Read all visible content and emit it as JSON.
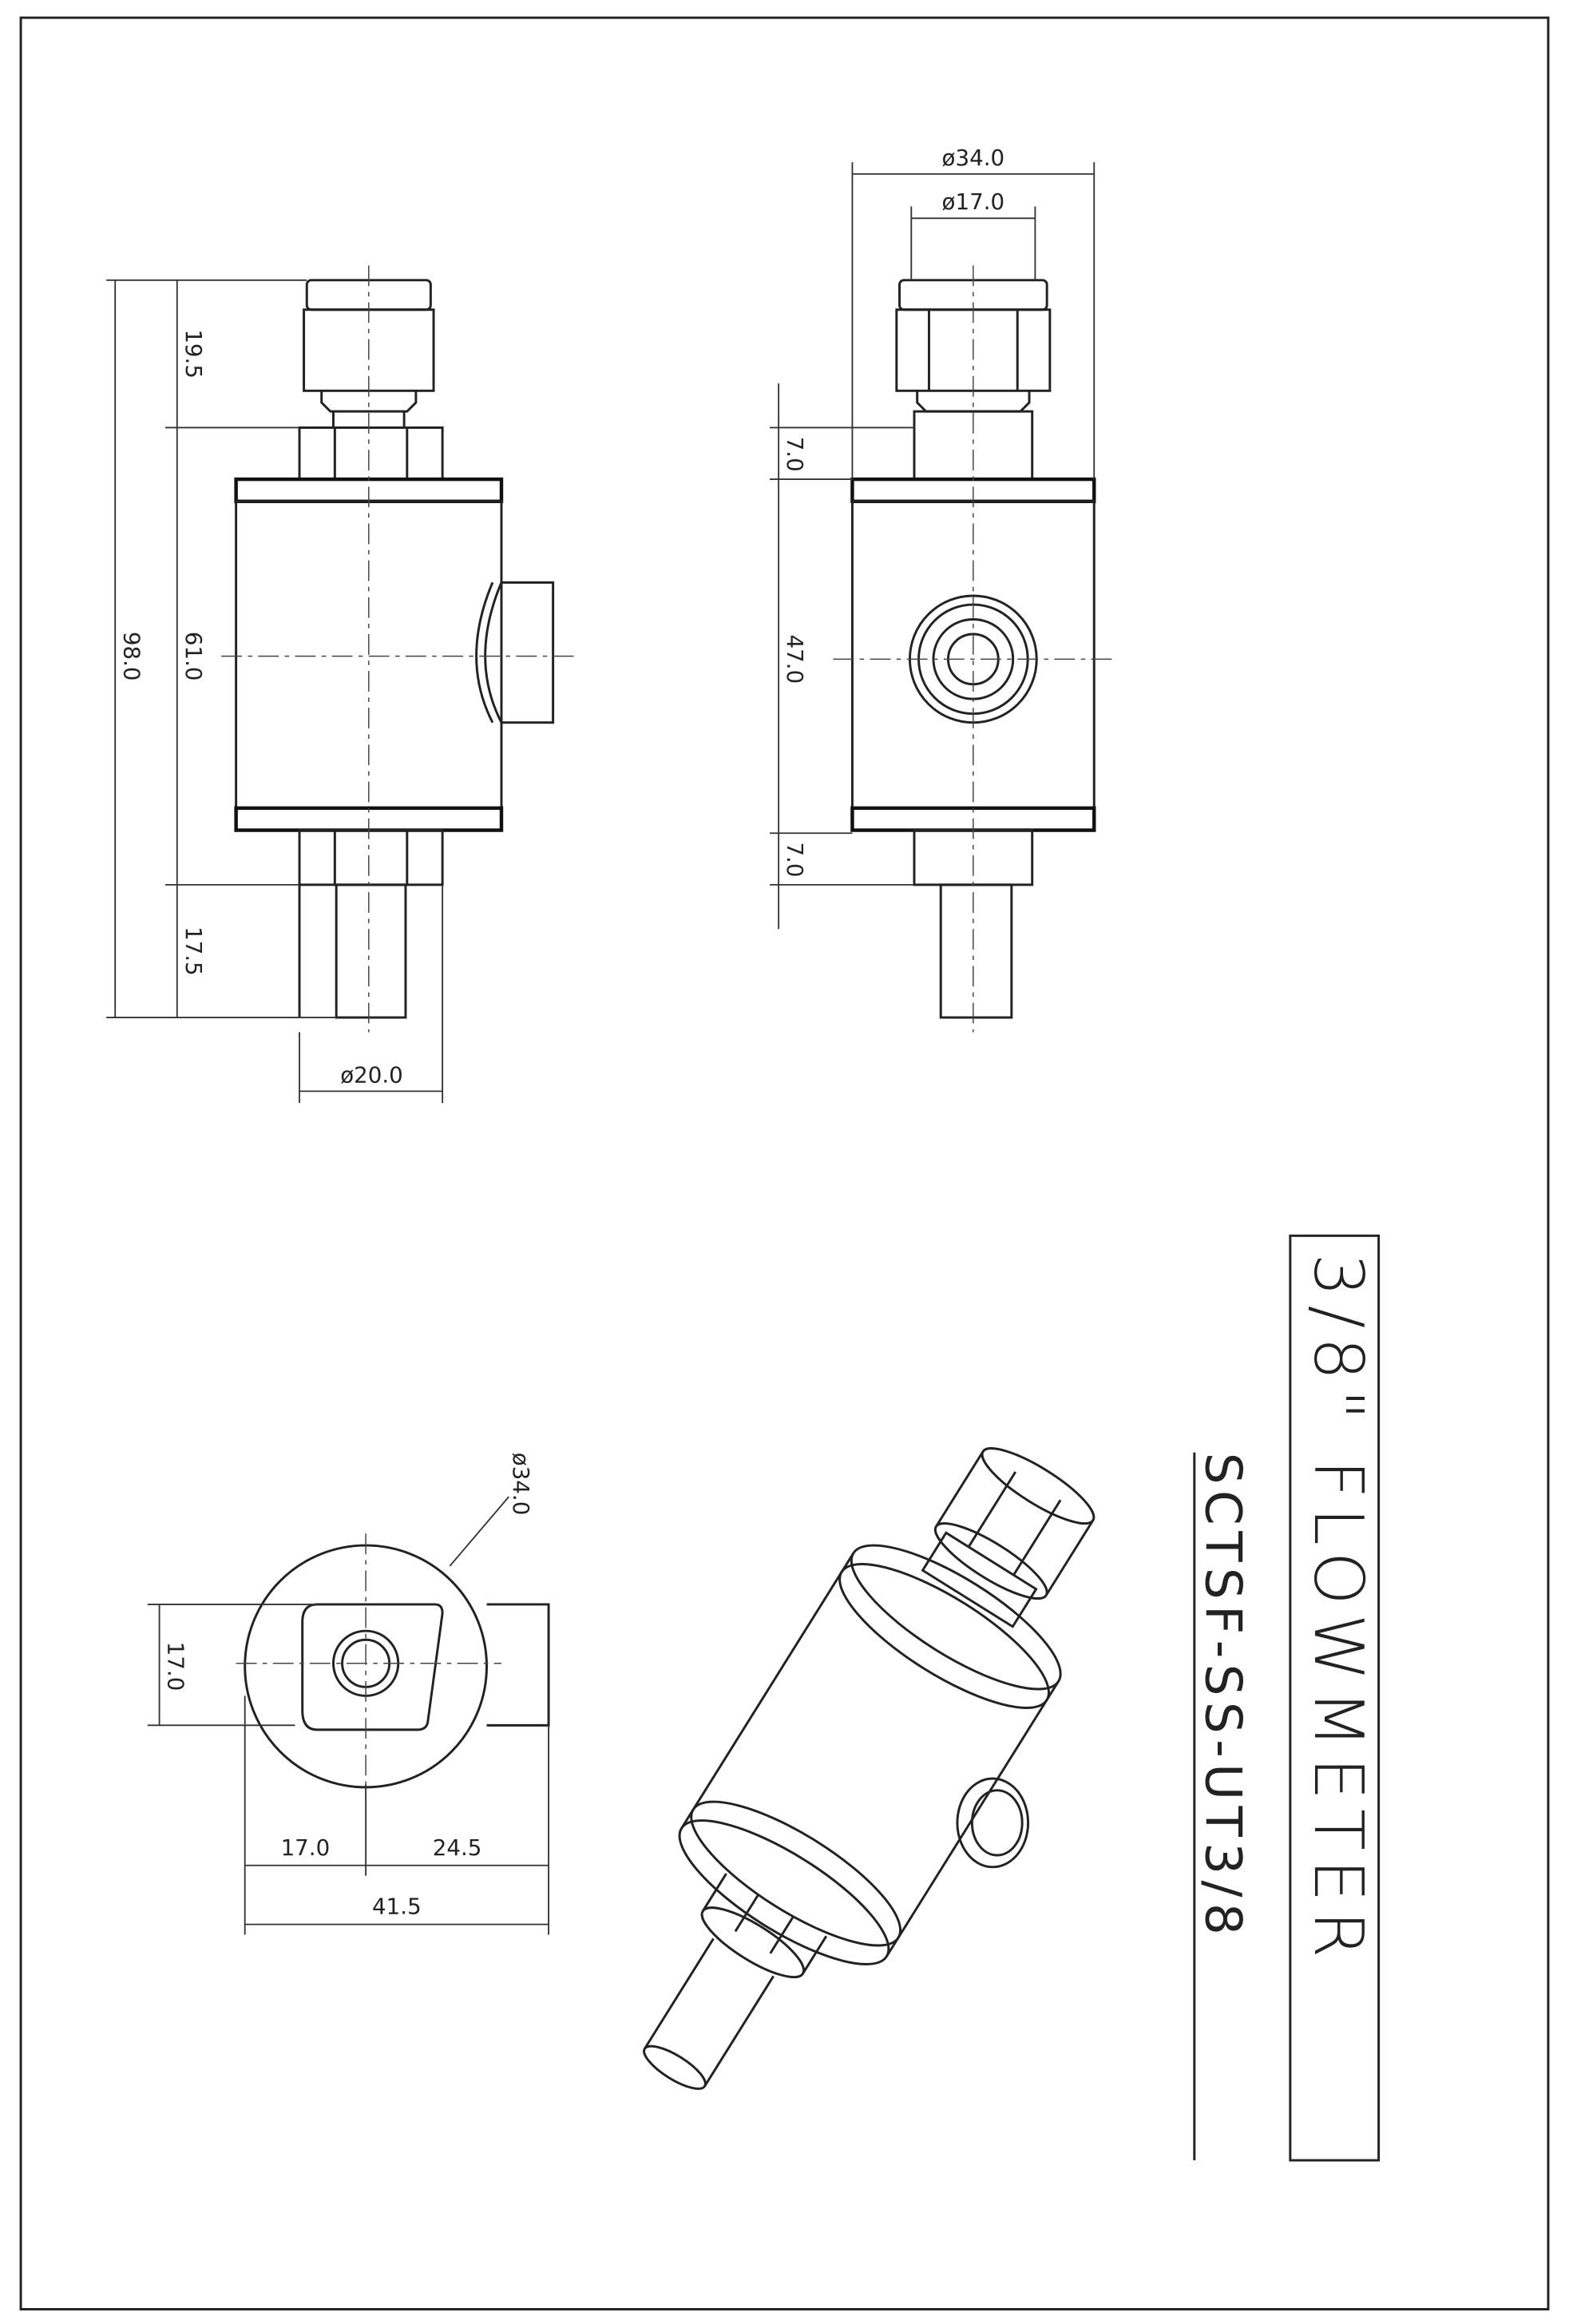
{
  "drawing": {
    "title": "3/8\" FLOWMETER",
    "model": "SCTSF-SS-UT3/8",
    "front_view": {
      "overall_height": "98.0",
      "top_fitting": "19.5",
      "body_height": "61.0",
      "bottom_pipe": "17.5",
      "hex_diameter": "ø20.0"
    },
    "side_view": {
      "body_diameter": "ø34.0",
      "fitting_diameter": "ø17.0",
      "top_hex": "7.0",
      "body_height": "47.0",
      "bottom_hex": "7.0"
    },
    "top_view": {
      "diameter": "ø34.0",
      "port_height": "17.0",
      "left_width": "17.0",
      "right_width": "24.5",
      "total_width": "41.5"
    }
  }
}
